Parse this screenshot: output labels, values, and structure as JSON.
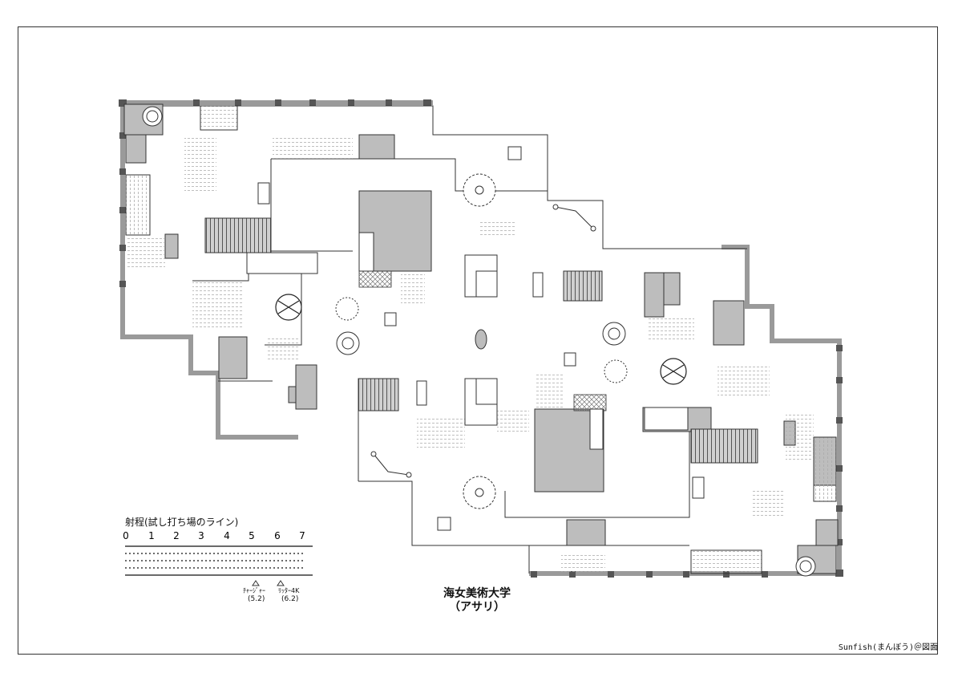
{
  "map": {
    "title": "海女美術大学",
    "subtitle": "（アサリ）",
    "credit": "Sunfish(まんぼう)＠図面"
  },
  "range_legend": {
    "title": "射程(試し打ち場のライン)",
    "ticks": [
      "0",
      "1",
      "2",
      "3",
      "4",
      "5",
      "6",
      "7"
    ],
    "weapons": [
      {
        "name": "ﾁｬｰｼﾞｬｰ",
        "value": "(5.2)",
        "range": 5.2
      },
      {
        "name": "ﾘｯﾀｰ4K",
        "value": "(6.2)",
        "range": 6.2
      }
    ]
  },
  "colors": {
    "wall": "#9a9a9a",
    "block": "#bdbdbd",
    "floor": "#ffffff",
    "line": "#222222"
  }
}
